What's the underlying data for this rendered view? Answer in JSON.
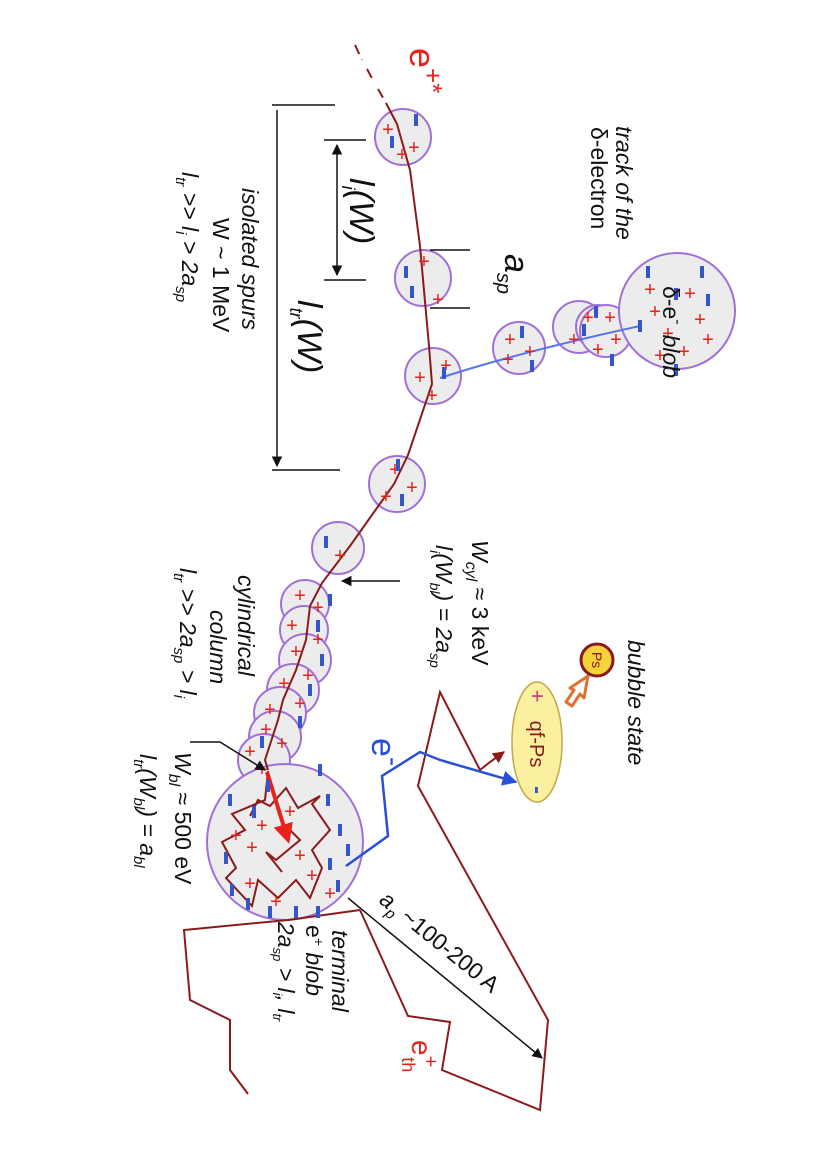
{
  "labels": {
    "e_star_main": "e",
    "e_star_sup": "+*",
    "track_line1": "track of the",
    "track_line2": "δ-electron",
    "delta_blob_a": "δ-e",
    "delta_blob_sup": "-",
    "delta_blob_b": "blob",
    "li_W_l": "l",
    "li_W_sub": "i",
    "li_W_rest": "(W)",
    "a_sp_a": "a",
    "a_sp_sub": "sp",
    "ltr_W_l": "l",
    "ltr_W_sub": "tr",
    "ltr_W_rest": "(W)",
    "isolated_title": "isolated spurs",
    "isolated_W": "W ~ 1 MeV",
    "isolated_cond": "l",
    "isolated_cond_sub1": "tr",
    "isolated_cond_mid": " >> l",
    "isolated_cond_sub2": "i",
    "isolated_cond_end": " > 2a",
    "isolated_cond_sub3": "sp",
    "wcyl_main": "W",
    "wcyl_sub": "cyl",
    "wcyl_rest": " ≈ 3 keV",
    "wcyl_l": "l",
    "wcyl_l_sub": "i",
    "wcyl_paren": "(W",
    "wcyl_paren_sub": "bl",
    "wcyl_eq": ") = 2a",
    "wcyl_eq_sub": "sp",
    "cyl_title1": "cylindrical",
    "cyl_title2": "column",
    "cyl_cond": "l",
    "cyl_cond_sub1": "tr",
    "cyl_cond_mid": " >> 2a",
    "cyl_cond_sub2": "sp",
    "cyl_cond_end": " > l",
    "cyl_cond_sub3": "i",
    "bubble_state": "bubble state",
    "ps_label": "Ps",
    "qfps_label": "qf-Ps",
    "qfps_plus": "+",
    "qfps_minus": "-",
    "e_minus_main": "e",
    "e_minus_sup": "-",
    "wbl_main": "W",
    "wbl_sub": "bl",
    "wbl_rest": " ≈ 500 eV",
    "ltrbl_l": "l",
    "ltrbl_sub": "tr",
    "ltrbl_paren": "(W",
    "ltrbl_paren_sub": "bl",
    "ltrbl_eq": ") = a",
    "ltrbl_eq_sub": "bl",
    "ap_main": "a",
    "ap_sub": "p",
    "ap_rest": " ~100-200 A",
    "terminal_1": "terminal",
    "terminal_2a": "e",
    "terminal_2sup": "+",
    "terminal_2b": " blob",
    "terminal_3": "2a",
    "terminal_3sub": "sp",
    "terminal_3mid": " > l",
    "terminal_3sub2": "i",
    "terminal_3end": ", l",
    "terminal_3sub3": "tr",
    "eth_main": "e",
    "eth_sup": "+",
    "eth_sub": "th"
  },
  "colors": {
    "track": "#8b1a1a",
    "spur_fill": "#ececec",
    "spur_stroke": "#a070d8",
    "plus": "#e8211a",
    "minus": "#3456c8",
    "electron_track": "#2a4fd8",
    "qfps_fill": "#fbf0a0",
    "ps_fill": "#f4d33a",
    "ps_arrow": "#e07030",
    "red_label": "#e8211a"
  }
}
